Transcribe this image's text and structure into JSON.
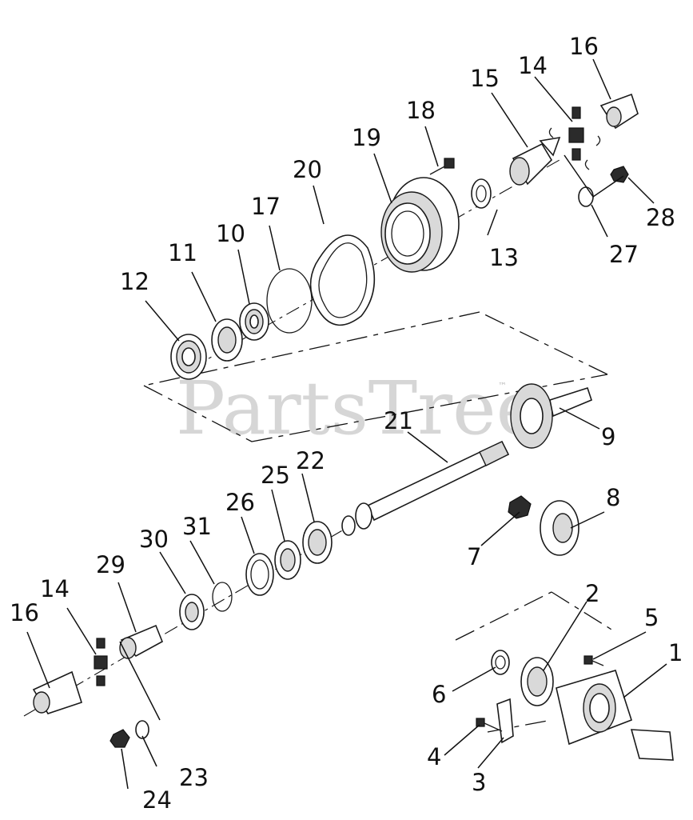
{
  "watermark": {
    "brand": "PartsTree",
    "trademark": "™"
  },
  "callouts": {
    "c1": "1",
    "c2": "2",
    "c3": "3",
    "c4": "4",
    "c5": "5",
    "c6": "6",
    "c7": "7",
    "c8": "8",
    "c9": "9",
    "c10": "10",
    "c11": "11",
    "c12": "12",
    "c13": "13",
    "c14a": "14",
    "c14b": "14",
    "c15": "15",
    "c16a": "16",
    "c16b": "16",
    "c17": "17",
    "c18": "18",
    "c19": "19",
    "c20": "20",
    "c21": "21",
    "c22": "22",
    "c23": "23",
    "c24": "24",
    "c25": "25",
    "c26": "26",
    "c27": "27",
    "c28": "28",
    "c29": "29",
    "c30": "30",
    "c31": "31"
  }
}
